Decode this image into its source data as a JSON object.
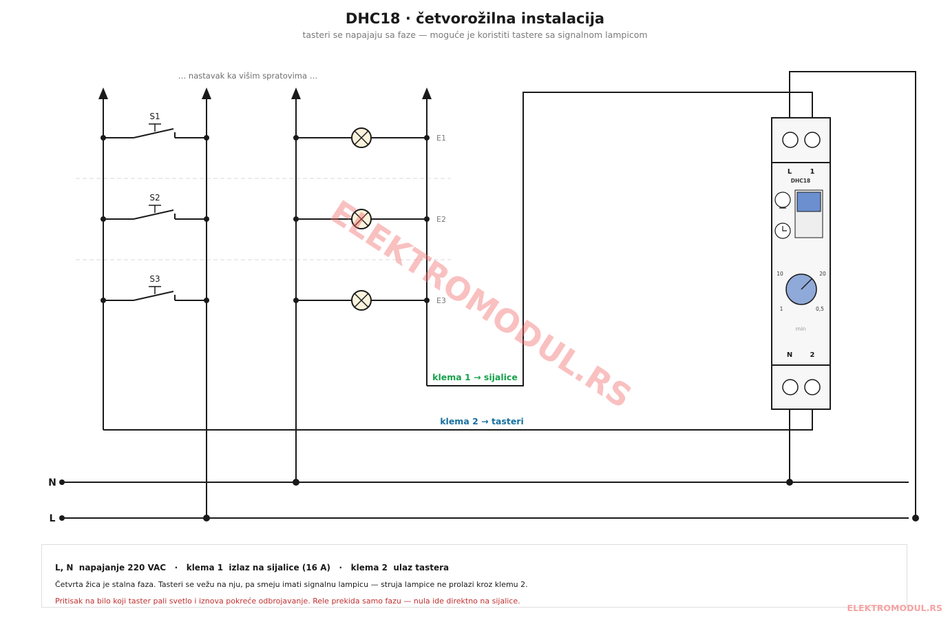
{
  "header": {
    "title": "DHC18  ·  četvorožilna instalacija",
    "subtitle": "tasteri se napajaju sa faze — moguće je koristiti tastere sa signalnom lampicom"
  },
  "diagram": {
    "continuation_note": "…  nastavak ka višim spratovima  …",
    "switches": [
      {
        "label": "S1"
      },
      {
        "label": "S2"
      },
      {
        "label": "S3"
      }
    ],
    "lamps": [
      {
        "label": "E1"
      },
      {
        "label": "E2"
      },
      {
        "label": "E3"
      }
    ],
    "rails": {
      "neutral": "N",
      "line": "L"
    },
    "wire_labels": {
      "klema1": "klema 1  →  sijalice",
      "klema2": "klema 2  →  tasteri"
    },
    "device": {
      "name": "DHC18",
      "top_terminals": {
        "left": "L",
        "right": "1"
      },
      "bottom_terminals": {
        "left": "N",
        "right": "2"
      },
      "dial_marks": {
        "top_left": "10",
        "top_right": "20",
        "bottom_left": "1",
        "bottom_right": "0,5"
      },
      "dial_unit": "min",
      "icons": [
        "lamp-icon",
        "clock-icon"
      ]
    },
    "watermark": "ELEKTROMODUL.RS"
  },
  "legend": {
    "line1": "L, N  napajanje 220 VAC   ·   klema 1  izlaz na sijalice (16 A)   ·   klema 2  ulaz tastera",
    "line2": "Četvrta žica je stalna faza. Tasteri se vežu na nju, pa smeju imati signalnu lampicu — struja lampice ne prolazi kroz klemu 2.",
    "line3": "Pritisak na bilo koji taster pali svetlo i iznova pokreće odbrojavanje. Rele prekida samo fazu — nula ide direktno na sijalice."
  },
  "footer": {
    "brand": "ELEKTROMODUL.RS"
  },
  "colors": {
    "wire": "#1a1a1a",
    "klema1": "#17a04a",
    "klema2": "#1570a0",
    "watermark": "#f26b6b",
    "lamp_fill": "#fbf3dc",
    "device_window": "#6b8fcf",
    "dial": "#8fa9d8",
    "warning_text": "#c03030"
  }
}
